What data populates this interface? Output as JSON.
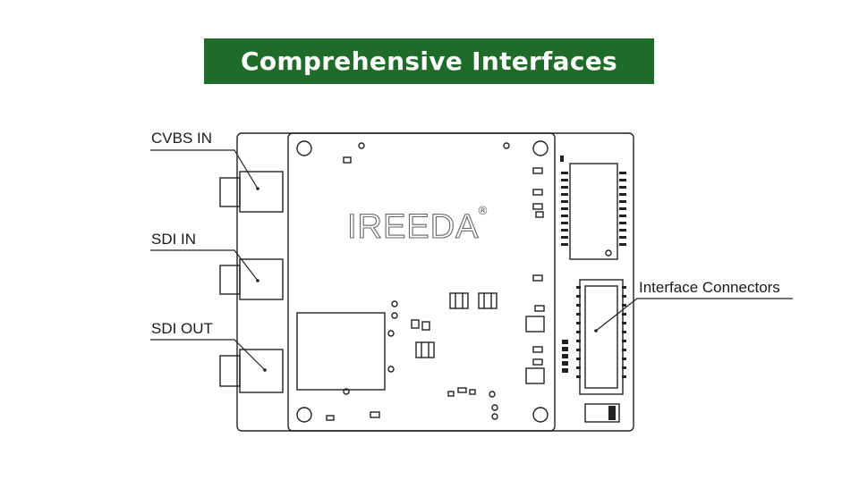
{
  "banner": {
    "title": "Comprehensive Interfaces",
    "color": "#1f6b2a"
  },
  "brand": {
    "logo_text": "IREEDA",
    "registered_mark": "®"
  },
  "callouts": {
    "cvbs_in": "CVBS IN",
    "sdi_in": "SDI IN",
    "sdi_out": "SDI OUT",
    "interface_connectors": "Interface Connectors"
  },
  "colors": {
    "line": "#222222",
    "board_fill": "#ffffff"
  }
}
